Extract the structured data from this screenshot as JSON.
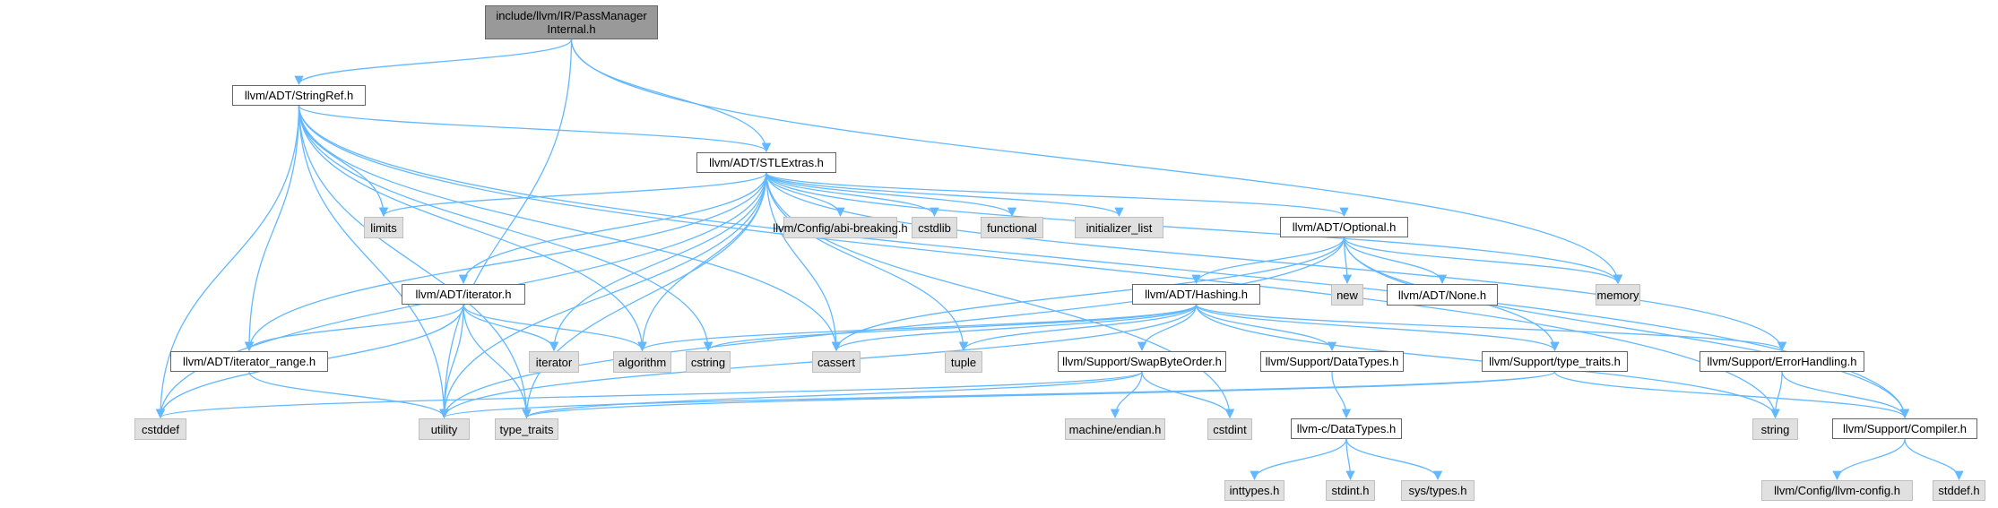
{
  "graph": {
    "edge_color": "#63b8ff",
    "nodes": [
      {
        "id": "root",
        "label": "include/llvm/IR/PassManager Internal.h",
        "kind": "root"
      },
      {
        "id": "stringref",
        "label": "llvm/ADT/StringRef.h",
        "kind": "local"
      },
      {
        "id": "stlextras",
        "label": "llvm/ADT/STLExtras.h",
        "kind": "local"
      },
      {
        "id": "limits",
        "label": "limits",
        "kind": "std"
      },
      {
        "id": "abibreaking",
        "label": "llvm/Config/abi-breaking.h",
        "kind": "std"
      },
      {
        "id": "cstdlib",
        "label": "cstdlib",
        "kind": "std"
      },
      {
        "id": "functional",
        "label": "functional",
        "kind": "std"
      },
      {
        "id": "initlist",
        "label": "initializer_list",
        "kind": "std"
      },
      {
        "id": "optional",
        "label": "llvm/ADT/Optional.h",
        "kind": "local"
      },
      {
        "id": "new",
        "label": "new",
        "kind": "std"
      },
      {
        "id": "none",
        "label": "llvm/ADT/None.h",
        "kind": "local"
      },
      {
        "id": "memory",
        "label": "memory",
        "kind": "std"
      },
      {
        "id": "iteratorh",
        "label": "llvm/ADT/iterator.h",
        "kind": "local"
      },
      {
        "id": "hashing",
        "label": "llvm/ADT/Hashing.h",
        "kind": "local"
      },
      {
        "id": "iterrange",
        "label": "llvm/ADT/iterator_range.h",
        "kind": "local"
      },
      {
        "id": "iterator",
        "label": "iterator",
        "kind": "std"
      },
      {
        "id": "algorithm",
        "label": "algorithm",
        "kind": "std"
      },
      {
        "id": "cstring",
        "label": "cstring",
        "kind": "std"
      },
      {
        "id": "cassert",
        "label": "cassert",
        "kind": "std"
      },
      {
        "id": "tuple",
        "label": "tuple",
        "kind": "std"
      },
      {
        "id": "swapbyte",
        "label": "llvm/Support/SwapByteOrder.h",
        "kind": "local"
      },
      {
        "id": "datatypes",
        "label": "llvm/Support/DataTypes.h",
        "kind": "local"
      },
      {
        "id": "typetraitsh",
        "label": "llvm/Support/type_traits.h",
        "kind": "local"
      },
      {
        "id": "errorhandling",
        "label": "llvm/Support/ErrorHandling.h",
        "kind": "local"
      },
      {
        "id": "cstddef",
        "label": "cstddef",
        "kind": "std"
      },
      {
        "id": "utility",
        "label": "utility",
        "kind": "std"
      },
      {
        "id": "typetraits",
        "label": "type_traits",
        "kind": "std"
      },
      {
        "id": "endian",
        "label": "machine/endian.h",
        "kind": "std"
      },
      {
        "id": "cstdint",
        "label": "cstdint",
        "kind": "std"
      },
      {
        "id": "cdatatypes",
        "label": "llvm-c/DataTypes.h",
        "kind": "local"
      },
      {
        "id": "string",
        "label": "string",
        "kind": "std"
      },
      {
        "id": "compiler",
        "label": "llvm/Support/Compiler.h",
        "kind": "local"
      },
      {
        "id": "inttypes",
        "label": "inttypes.h",
        "kind": "std"
      },
      {
        "id": "stdint",
        "label": "stdint.h",
        "kind": "std"
      },
      {
        "id": "systypes",
        "label": "sys/types.h",
        "kind": "std"
      },
      {
        "id": "llvmconfig",
        "label": "llvm/Config/llvm-config.h",
        "kind": "std"
      },
      {
        "id": "stddef",
        "label": "stddef.h",
        "kind": "std"
      }
    ],
    "edges": [
      [
        "root",
        "stringref"
      ],
      [
        "root",
        "stlextras"
      ],
      [
        "root",
        "memory"
      ],
      [
        "root",
        "utility"
      ],
      [
        "stringref",
        "stlextras"
      ],
      [
        "stringref",
        "iterrange"
      ],
      [
        "stringref",
        "compiler"
      ],
      [
        "stringref",
        "algorithm"
      ],
      [
        "stringref",
        "cassert"
      ],
      [
        "stringref",
        "cstddef"
      ],
      [
        "stringref",
        "cstring"
      ],
      [
        "stringref",
        "limits"
      ],
      [
        "stringref",
        "string"
      ],
      [
        "stringref",
        "typetraits"
      ],
      [
        "stringref",
        "utility"
      ],
      [
        "stlextras",
        "optional"
      ],
      [
        "stlextras",
        "iteratorh"
      ],
      [
        "stlextras",
        "iterrange"
      ],
      [
        "stlextras",
        "errorhandling"
      ],
      [
        "stlextras",
        "abibreaking"
      ],
      [
        "stlextras",
        "algorithm"
      ],
      [
        "stlextras",
        "cassert"
      ],
      [
        "stlextras",
        "cstddef"
      ],
      [
        "stlextras",
        "cstdint"
      ],
      [
        "stlextras",
        "cstdlib"
      ],
      [
        "stlextras",
        "functional"
      ],
      [
        "stlextras",
        "initlist"
      ],
      [
        "stlextras",
        "iterator"
      ],
      [
        "stlextras",
        "limits"
      ],
      [
        "stlextras",
        "memory"
      ],
      [
        "stlextras",
        "tuple"
      ],
      [
        "stlextras",
        "typetraits"
      ],
      [
        "stlextras",
        "utility"
      ],
      [
        "optional",
        "hashing"
      ],
      [
        "optional",
        "none"
      ],
      [
        "optional",
        "compiler"
      ],
      [
        "optional",
        "typetraitsh"
      ],
      [
        "optional",
        "cassert"
      ],
      [
        "optional",
        "memory"
      ],
      [
        "optional",
        "new"
      ],
      [
        "optional",
        "utility"
      ],
      [
        "hashing",
        "errorhandling"
      ],
      [
        "hashing",
        "swapbyte"
      ],
      [
        "hashing",
        "typetraitsh"
      ],
      [
        "hashing",
        "datatypes"
      ],
      [
        "hashing",
        "algorithm"
      ],
      [
        "hashing",
        "cassert"
      ],
      [
        "hashing",
        "cstring"
      ],
      [
        "hashing",
        "string"
      ],
      [
        "hashing",
        "tuple"
      ],
      [
        "hashing",
        "utility"
      ],
      [
        "iteratorh",
        "iterrange"
      ],
      [
        "iteratorh",
        "algorithm"
      ],
      [
        "iteratorh",
        "cstddef"
      ],
      [
        "iteratorh",
        "iterator"
      ],
      [
        "iteratorh",
        "typetraits"
      ],
      [
        "iteratorh",
        "utility"
      ],
      [
        "iterrange",
        "utility"
      ],
      [
        "swapbyte",
        "cstddef"
      ],
      [
        "swapbyte",
        "cstdint"
      ],
      [
        "swapbyte",
        "typetraits"
      ],
      [
        "swapbyte",
        "endian"
      ],
      [
        "datatypes",
        "cdatatypes"
      ],
      [
        "cdatatypes",
        "inttypes"
      ],
      [
        "cdatatypes",
        "stdint"
      ],
      [
        "cdatatypes",
        "systypes"
      ],
      [
        "typetraitsh",
        "compiler"
      ],
      [
        "typetraitsh",
        "typetraits"
      ],
      [
        "typetraitsh",
        "utility"
      ],
      [
        "errorhandling",
        "compiler"
      ],
      [
        "errorhandling",
        "string"
      ],
      [
        "compiler",
        "llvmconfig"
      ],
      [
        "compiler",
        "stddef"
      ]
    ]
  }
}
